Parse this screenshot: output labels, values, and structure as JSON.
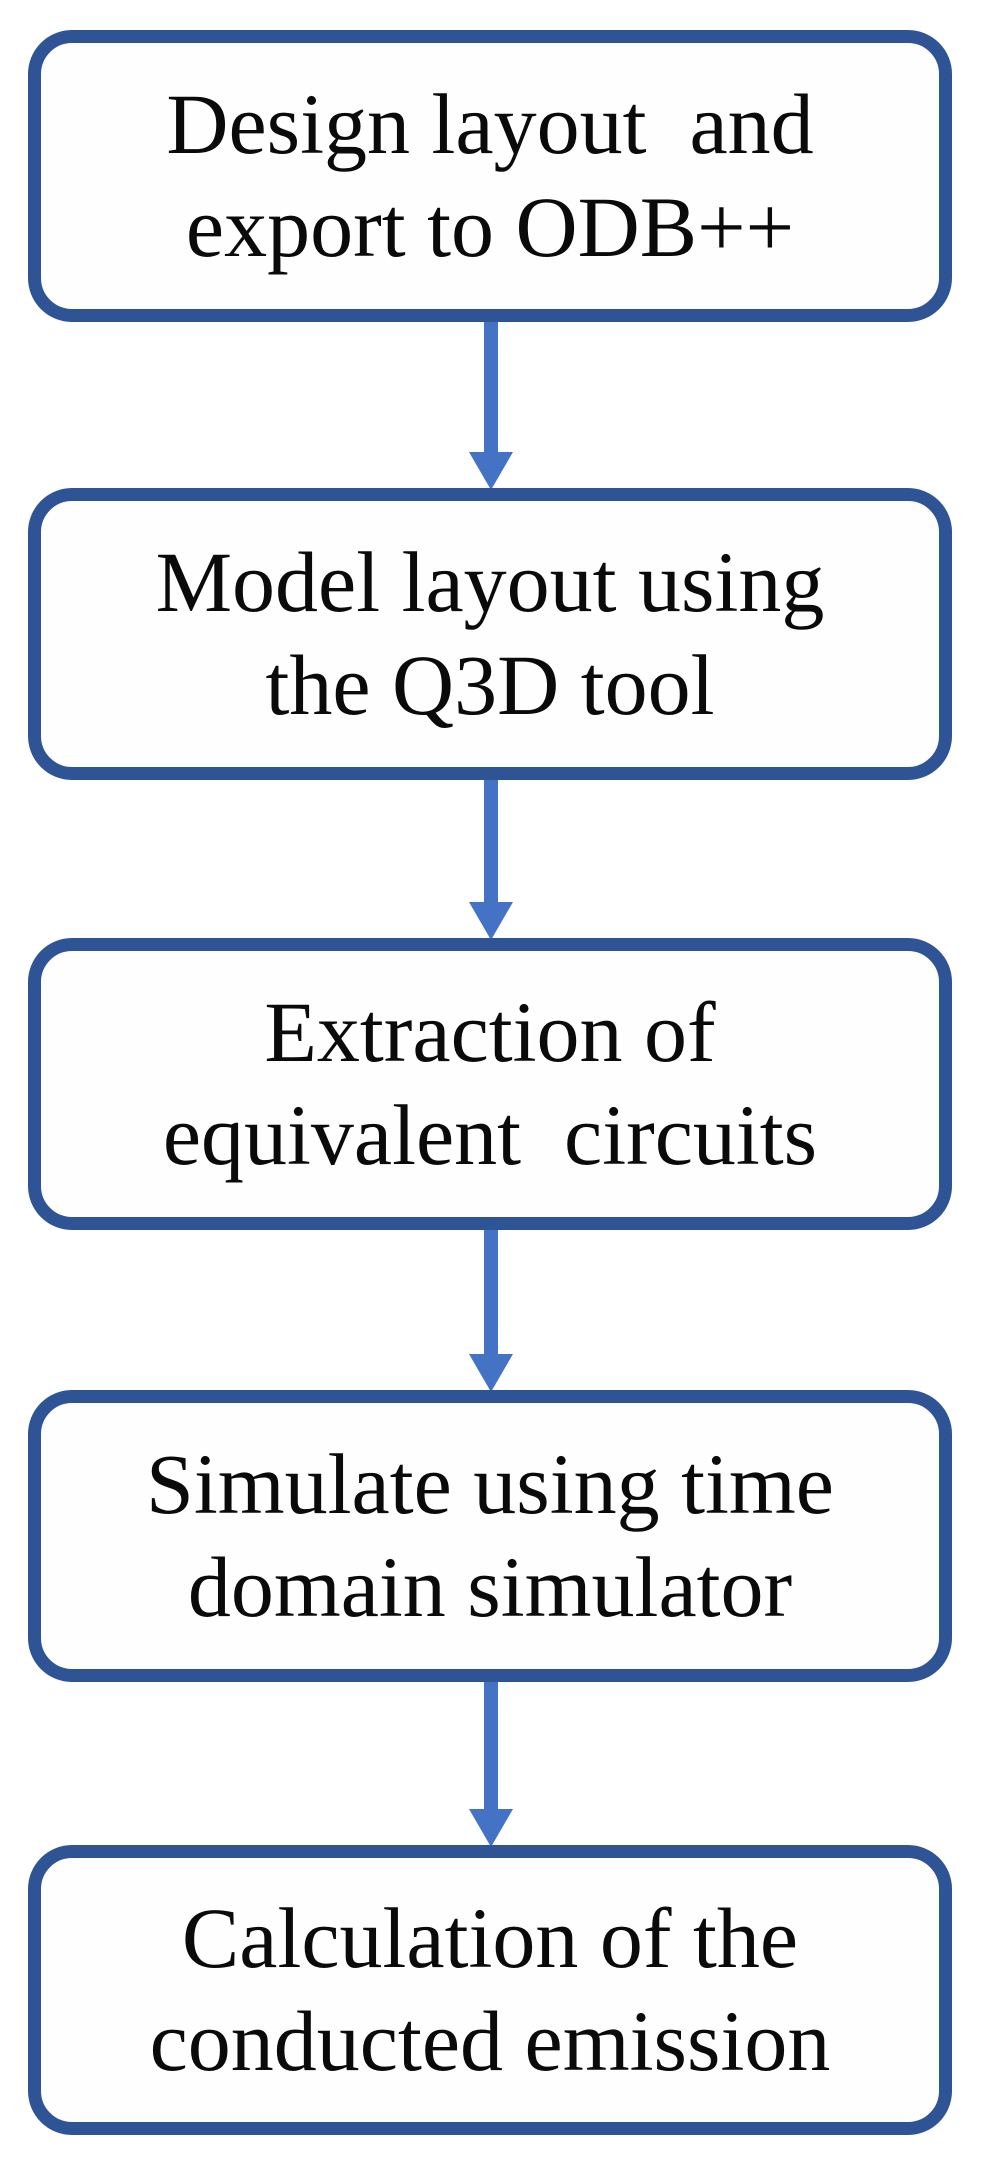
{
  "diagram": {
    "type": "flowchart",
    "direction": "top-to-bottom",
    "steps": [
      {
        "id": 1,
        "line1": "Design layout  and",
        "line2": "export to ODB++",
        "text": "Design layout and export to ODB++"
      },
      {
        "id": 2,
        "line1": "Model layout using",
        "line2": "the Q3D tool",
        "text": "Model layout using the Q3D tool"
      },
      {
        "id": 3,
        "line1": "Extraction of",
        "line2": "equivalent  circuits",
        "text": "Extraction of equivalent circuits"
      },
      {
        "id": 4,
        "line1": "Simulate using time",
        "line2": "domain simulator",
        "text": "Simulate using time domain simulator"
      },
      {
        "id": 5,
        "line1": "Calculation of the",
        "line2": "conducted emission",
        "text": "Calculation of the conducted emission"
      }
    ],
    "connections": [
      {
        "from": 1,
        "to": 2
      },
      {
        "from": 2,
        "to": 3
      },
      {
        "from": 3,
        "to": 4
      },
      {
        "from": 4,
        "to": 5
      }
    ],
    "colors": {
      "box_border": "#2F5496",
      "box_fill": "#FEFEFE",
      "arrow": "#4472C4",
      "text": "#0A0A0A",
      "background": "#FFFFFF"
    }
  }
}
